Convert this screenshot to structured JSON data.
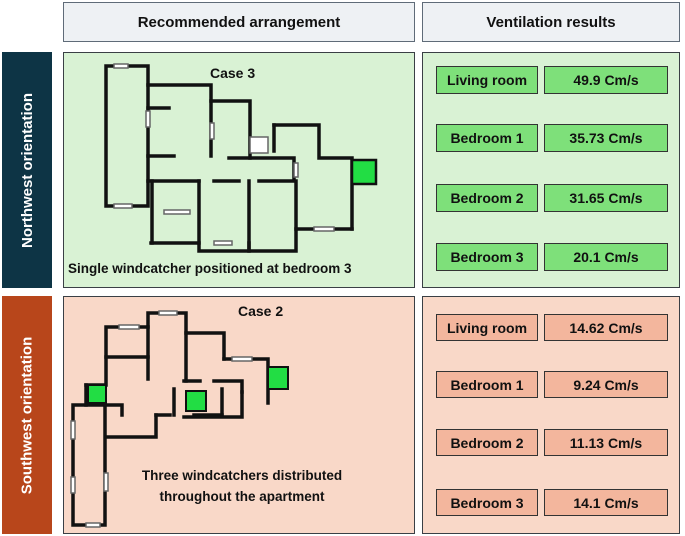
{
  "headers": {
    "left": "Recommended arrangement",
    "right": "Ventilation results"
  },
  "northwest": {
    "side_label": "Northwest orientation",
    "case_label": "Case 3",
    "caption": "Single windcatcher positioned at bedroom 3",
    "results": [
      {
        "room": "Living room",
        "value": "49.9 Cm/s"
      },
      {
        "room": "Bedroom 1",
        "value": "35.73 Cm/s"
      },
      {
        "room": "Bedroom 2",
        "value": "31.65 Cm/s"
      },
      {
        "room": "Bedroom 3",
        "value": "20.1 Cm/s"
      }
    ]
  },
  "southwest": {
    "side_label": "Southwest orientation",
    "case_label": "Case 2",
    "caption_line1": "Three windcatchers distributed",
    "caption_line2": "throughout the apartment",
    "results": [
      {
        "room": "Living room",
        "value": "14.62 Cm/s"
      },
      {
        "room": "Bedroom 1",
        "value": "9.24 Cm/s"
      },
      {
        "room": "Bedroom 2",
        "value": "11.13 Cm/s"
      },
      {
        "room": "Bedroom 3",
        "value": "14.1 Cm/s"
      }
    ]
  },
  "colors": {
    "northwest_side": "#0d3445",
    "southwest_side": "#b8461b",
    "windcatcher": "#22dd44",
    "green_panel": "#d9f2d4",
    "peach_panel": "#f9d8c8"
  }
}
